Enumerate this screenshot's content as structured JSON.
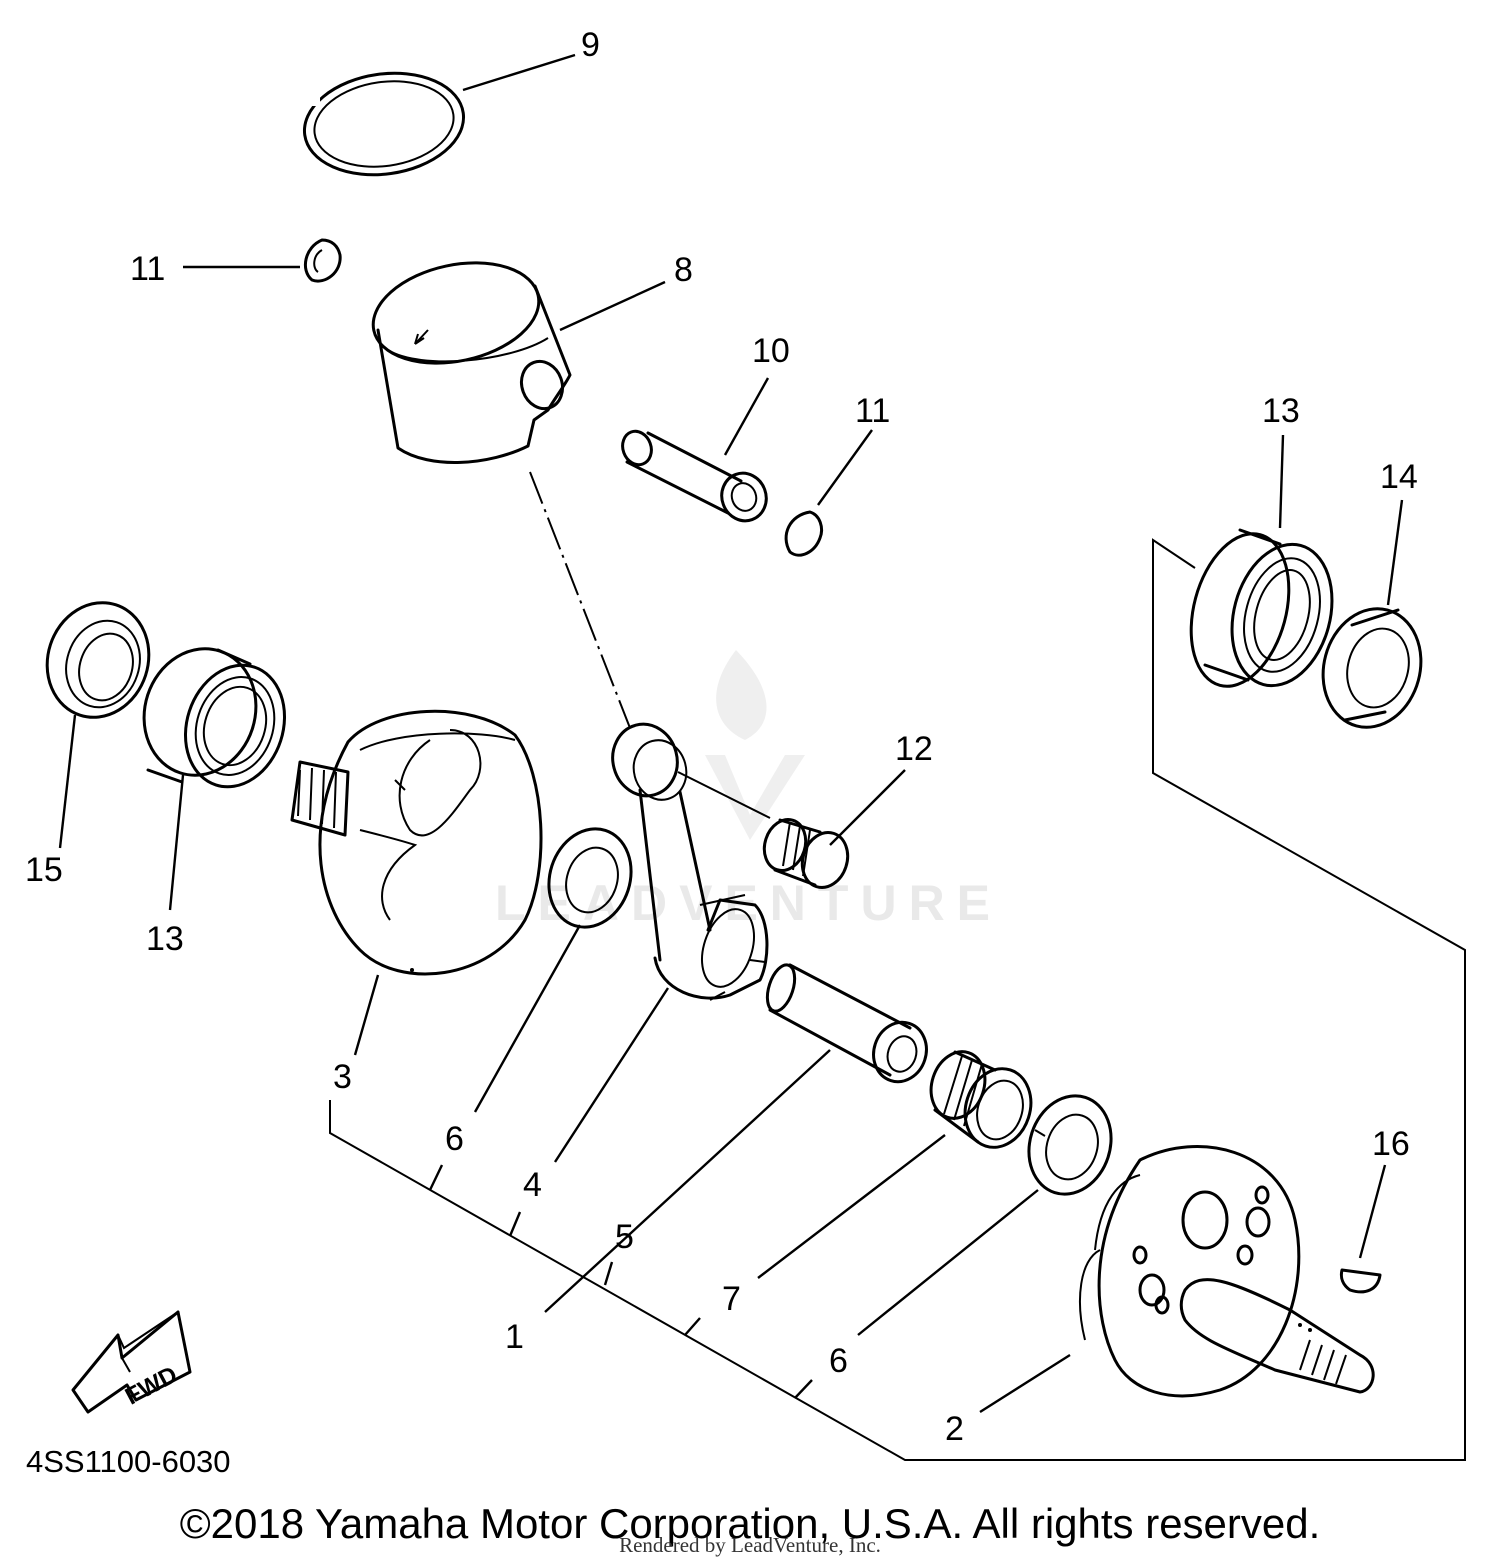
{
  "callouts": {
    "c1": "1",
    "c2": "2",
    "c3": "3",
    "c4": "4",
    "c5": "5",
    "c6a": "6",
    "c6b": "6",
    "c7": "7",
    "c8": "8",
    "c9": "9",
    "c10": "10",
    "c11a": "11",
    "c11b": "11",
    "c12": "12",
    "c13a": "13",
    "c13b": "13",
    "c14": "14",
    "c15": "15",
    "c16": "16"
  },
  "fwd_label": "FWD",
  "diagram_code": "4SS1100-6030",
  "watermark": "LEADVENTURE",
  "copyright": "©2018 Yamaha Motor Corporation, U.S.A. All rights reserved.",
  "rendered_by": "Rendered by LeadVenture, Inc."
}
